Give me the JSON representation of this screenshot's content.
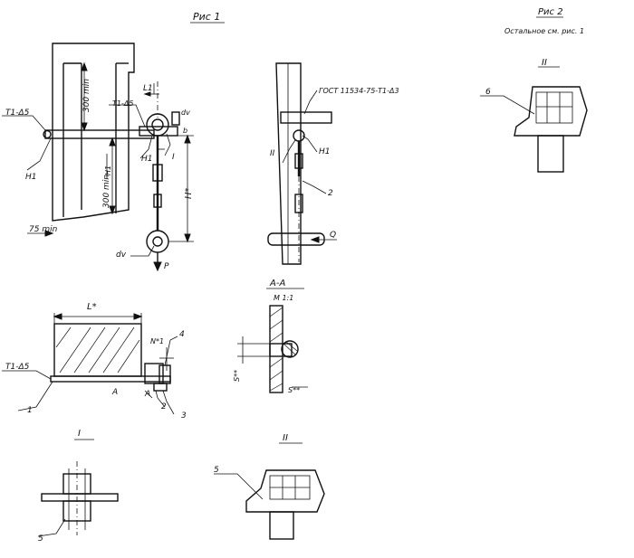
{
  "fig1": {
    "title": "Рис 1",
    "label_weld_top": "Т1-Δ5",
    "label_dim_300_top": "300 min",
    "label_dim_300_bottom": "300 min",
    "label_weld_small": "Т1-Δ5",
    "label_l1": "L1",
    "label_dv_top": "dv",
    "label_b": "b",
    "label_i": "I",
    "label_h1_left": "Н1",
    "label_h1_mid": "Н1",
    "label_h1_small": "Н1",
    "label_h": "Н*",
    "label_75": "75 min",
    "label_dv_bottom": "dv",
    "label_p": "P"
  },
  "side_view": {
    "gost": "ГОСТ 11534-75-Т1-Δ3",
    "label_ii": "II",
    "label_h1": "Н1",
    "label_2": "2",
    "label_q": "Q"
  },
  "plan": {
    "label_l": "L*",
    "label_n": "N*1",
    "label_4": "4",
    "label_weld": "Т1-Δ5",
    "label_a_left": "А",
    "label_a_right": "А",
    "label_1": "1",
    "label_2": "2",
    "label_3": "3"
  },
  "section_aa": {
    "title": "А-А",
    "scale": "М 1:1",
    "label_s_left": "S**",
    "label_s_right": "S**"
  },
  "detail_i": {
    "title": "I",
    "label_5": "5"
  },
  "detail_ii": {
    "title": "II",
    "label_5": "5"
  },
  "fig2": {
    "title": "Рис 2",
    "subtitle": "Остальное см. рис. 1",
    "detail_title": "II",
    "label_6": "6"
  }
}
